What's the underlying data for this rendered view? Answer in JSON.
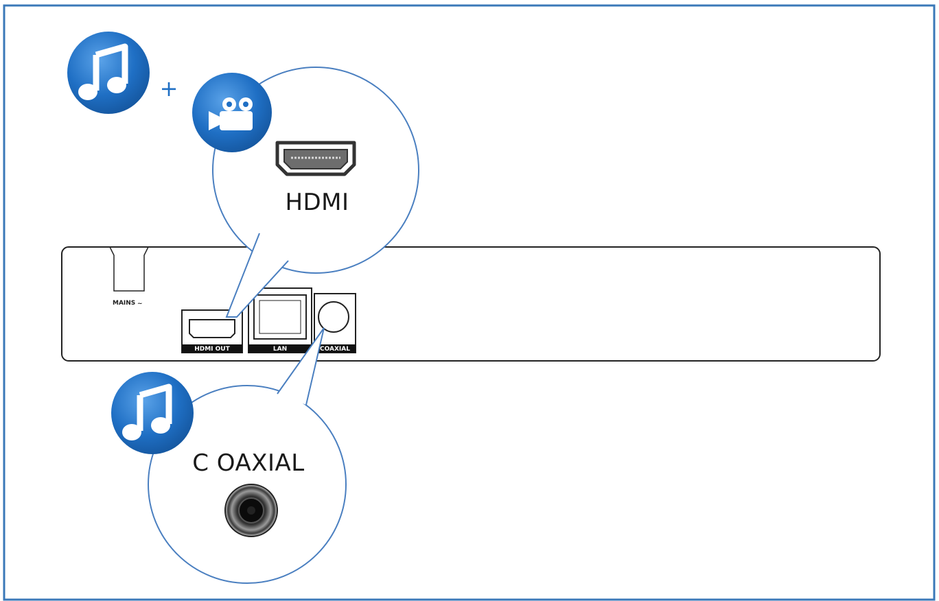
{
  "diagram": {
    "plus_sign": "+",
    "mains_label": "MAINS",
    "mains_symbol": "~",
    "ports": {
      "hdmi_out": "HDMI OUT",
      "lan": "LAN",
      "coaxial": "COAXIAL"
    },
    "callouts": {
      "hdmi": "HDMI",
      "coaxial": "C OAXIAL"
    },
    "icons": {
      "music": "music-note-icon",
      "video": "video-camera-icon"
    },
    "colors": {
      "frame_border": "#3a78b8",
      "icon_blue": "#1f6fc4",
      "callout_line": "#4a7fc0"
    }
  }
}
